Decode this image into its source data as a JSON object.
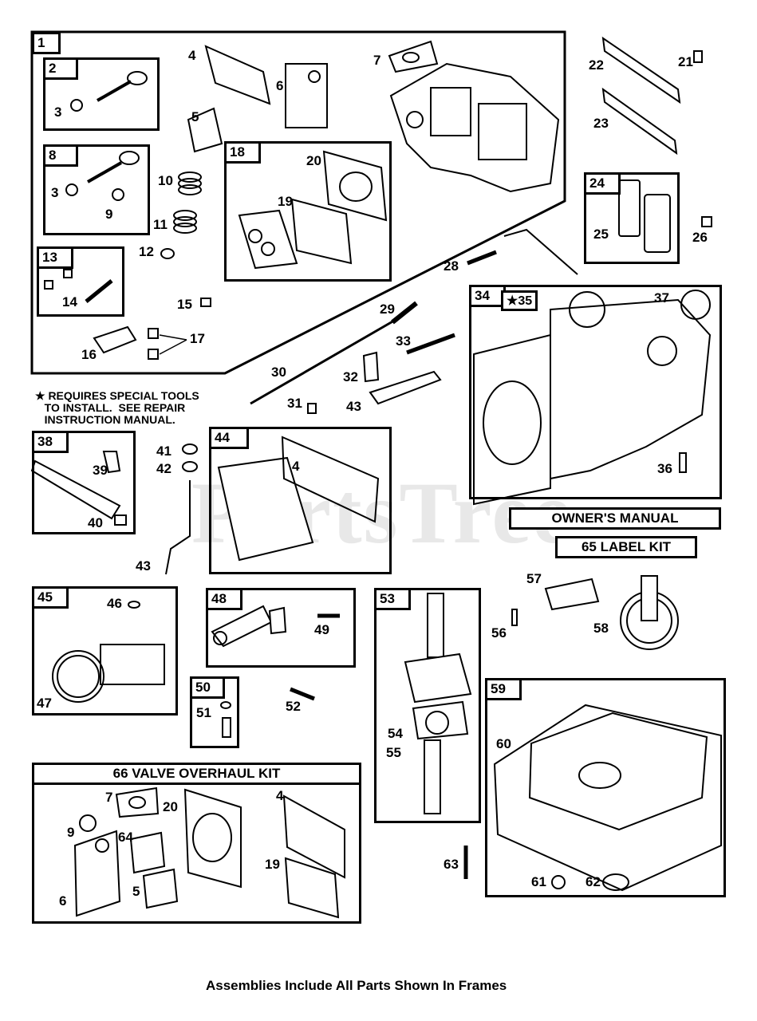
{
  "frames": [
    {
      "id": "1"
    },
    {
      "id": "2"
    },
    {
      "id": "8"
    },
    {
      "id": "13"
    },
    {
      "id": "18"
    },
    {
      "id": "24"
    },
    {
      "id": "34"
    },
    {
      "id": "38"
    },
    {
      "id": "44"
    },
    {
      "id": "45"
    },
    {
      "id": "48"
    },
    {
      "id": "50"
    },
    {
      "id": "53"
    },
    {
      "id": "59"
    }
  ],
  "callouts": {
    "c4": "4",
    "c7": "7",
    "c22": "22",
    "c21": "21",
    "c3a": "3",
    "c6": "6",
    "c5": "5",
    "c23": "23",
    "c20": "20",
    "c19": "19",
    "c3b": "3",
    "c9": "9",
    "c10": "10",
    "c11": "11",
    "c25": "25",
    "c26": "26",
    "c12": "12",
    "c14": "14",
    "c28": "28",
    "c15": "15",
    "c29": "29",
    "c17": "17",
    "c16": "16",
    "c33": "33",
    "c30": "30",
    "c32": "32",
    "c31": "31",
    "c43a": "43",
    "c37": "37",
    "c36": "36",
    "c39": "39",
    "c40": "40",
    "c41": "41",
    "c42": "42",
    "c4b": "4",
    "c43b": "43",
    "c57": "57",
    "c46": "46",
    "c49": "49",
    "c56": "56",
    "c58": "58",
    "c47": "47",
    "c51": "51",
    "c52": "52",
    "c54": "54",
    "c55": "55",
    "c60": "60",
    "c7b": "7",
    "c20b": "20",
    "c4c": "4",
    "c9b": "9",
    "c64": "64",
    "c5b": "5",
    "c19b": "19",
    "c6b": "6",
    "c63": "63",
    "c61": "61",
    "c62": "62"
  },
  "star_35": "★35",
  "note": "★ REQUIRES SPECIAL TOOLS\n   TO INSTALL.  SEE REPAIR\n   INSTRUCTION MANUAL.",
  "owners_manual": "OWNER'S MANUAL",
  "label_kit": "65   LABEL KIT",
  "valve_kit": "66   VALVE OVERHAUL KIT",
  "footer": "Assemblies Include All Parts Shown In Frames",
  "watermark": "PartsTree"
}
